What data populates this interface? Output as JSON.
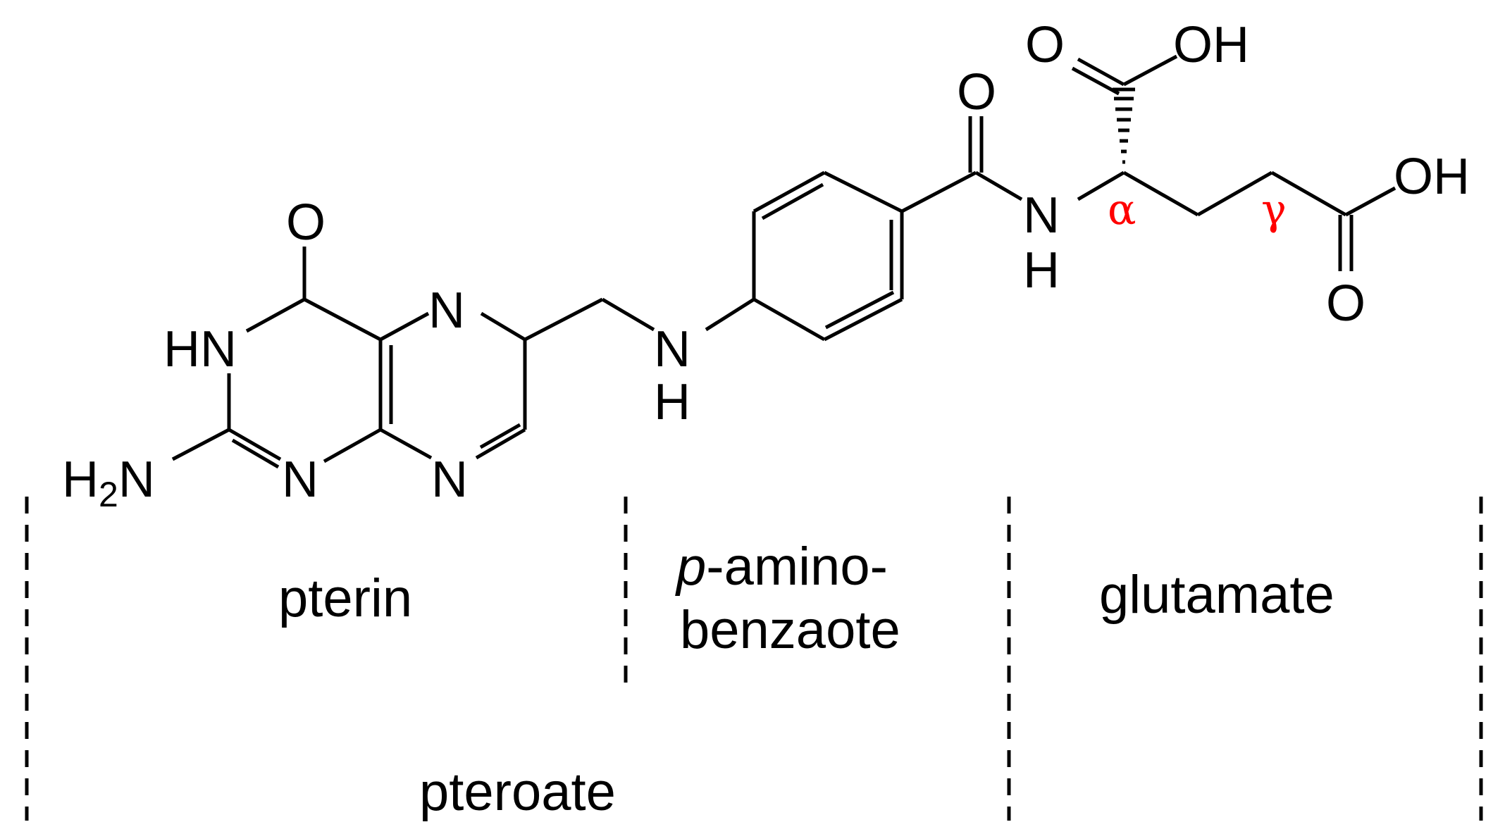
{
  "molecule": {
    "atoms": {
      "carbonyl_o_pterin": "O",
      "hn": "HN",
      "n5": "N",
      "n1": "N",
      "n8": "N",
      "h2n_h": "H",
      "h2n_sub": "2",
      "h2n_n": "N",
      "nh_link_n": "N",
      "nh_link_h": "H",
      "amide_o": "O",
      "amide_n": "N",
      "amide_h": "H",
      "acid1_o": "O",
      "acid1_oh": "OH",
      "acid2_oh": "OH",
      "acid2_o": "O"
    },
    "greek": {
      "alpha": "α",
      "gamma": "γ",
      "color": "#ff0000"
    }
  },
  "regions": {
    "pterin": "pterin",
    "paba_prefix": "p",
    "paba_line1": "-amino-",
    "paba_line2": "benzaote",
    "glutamate": "glutamate",
    "pteroate": "pteroate"
  }
}
